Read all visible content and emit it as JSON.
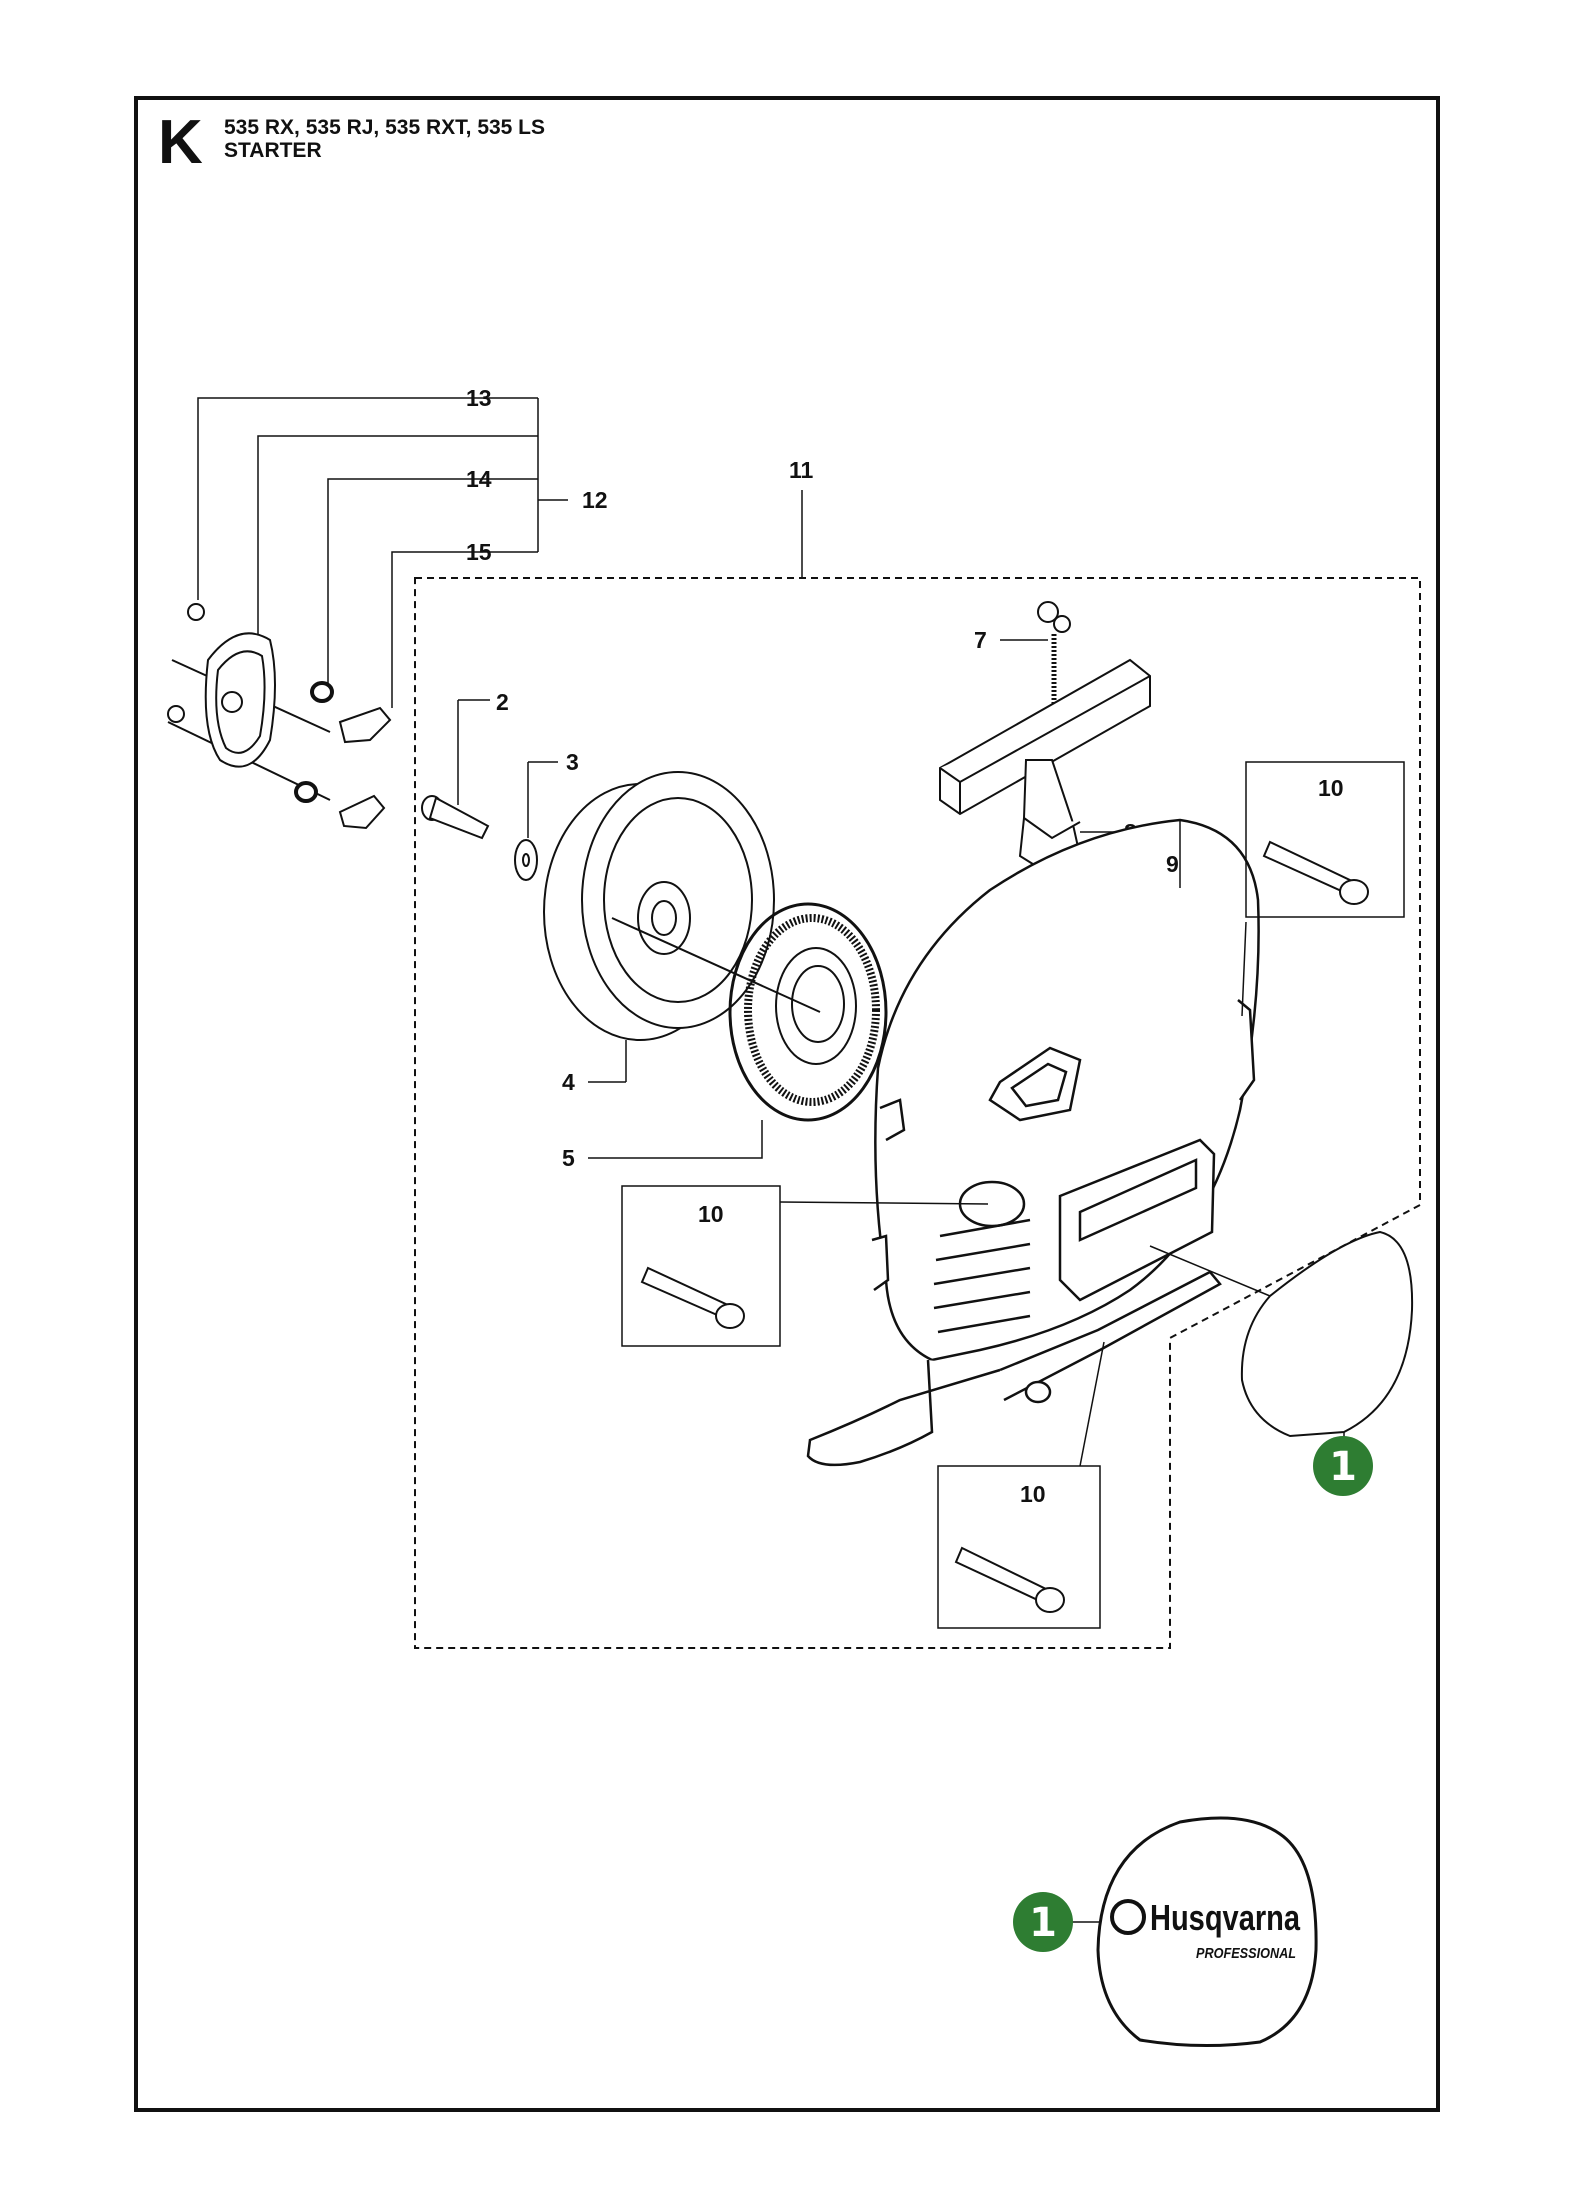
{
  "header": {
    "section_letter": "K",
    "models": "535 RX, 535 RJ, 535 RXT, 535 LS",
    "title": "STARTER"
  },
  "callouts": {
    "c2": "2",
    "c3": "3",
    "c4": "4",
    "c5": "5",
    "c7": "7",
    "c8": "8",
    "c9": "9",
    "c10a": "10",
    "c10b": "10",
    "c10c": "10",
    "c11": "11",
    "c12": "12",
    "c13": "13",
    "c14": "14",
    "c15": "15"
  },
  "badges": {
    "decal": "1",
    "logo": "1"
  },
  "logo": {
    "brand": "Husqvarna",
    "tagline": "PROFESSIONAL"
  },
  "colors": {
    "badge_green": "#2e7d32",
    "line": "#111111",
    "frame": "#111111"
  }
}
